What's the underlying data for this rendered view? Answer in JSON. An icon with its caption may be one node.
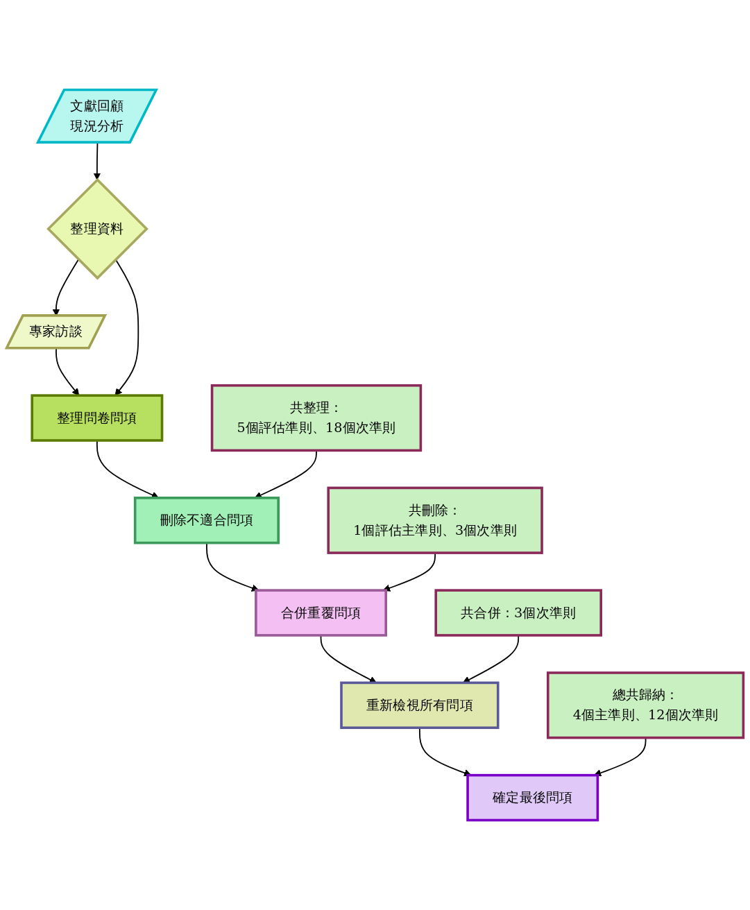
{
  "diagram": {
    "nodes": [
      {
        "text": [
          "文獻回顧",
          "現況分析"
        ]
      },
      {
        "text": [
          "整理資料"
        ]
      },
      {
        "text": [
          "專家訪談"
        ]
      },
      {
        "text": [
          "整理問卷問項"
        ]
      },
      {
        "text": [
          "共整理：",
          "5個評估準則、18個次準則"
        ]
      },
      {
        "text": [
          "刪除不適合問項"
        ]
      },
      {
        "text": [
          "共刪除：",
          "1個評估主準則、3個次準則"
        ]
      },
      {
        "text": [
          "合併重覆問項"
        ]
      },
      {
        "text": [
          "共合併：3個次準則"
        ]
      },
      {
        "text": [
          "重新檢視所有問項"
        ]
      },
      {
        "text": [
          "總共歸納：",
          "4個主準則、12個次準則"
        ]
      },
      {
        "text": [
          "確定最後問項"
        ]
      }
    ],
    "edges": [
      {
        "from": 0,
        "to": 1,
        "arrow": "to"
      },
      {
        "from": 1,
        "to": 2,
        "arrow": "to"
      },
      {
        "from": 2,
        "to": 3,
        "arrow": "to"
      },
      {
        "from": 1,
        "to": 3,
        "arrow": "to"
      },
      {
        "from": 3,
        "to": 5,
        "arrow": "to"
      },
      {
        "from": 4,
        "to": 5,
        "arrow": "to"
      },
      {
        "from": 5,
        "to": 7,
        "arrow": "to"
      },
      {
        "from": 6,
        "to": 7,
        "arrow": "to"
      },
      {
        "from": 7,
        "to": 9,
        "arrow": "to"
      },
      {
        "from": 8,
        "to": 9,
        "arrow": "to"
      },
      {
        "from": 9,
        "to": 11,
        "arrow": "to"
      },
      {
        "from": 10,
        "to": 11,
        "arrow": "to"
      }
    ]
  }
}
